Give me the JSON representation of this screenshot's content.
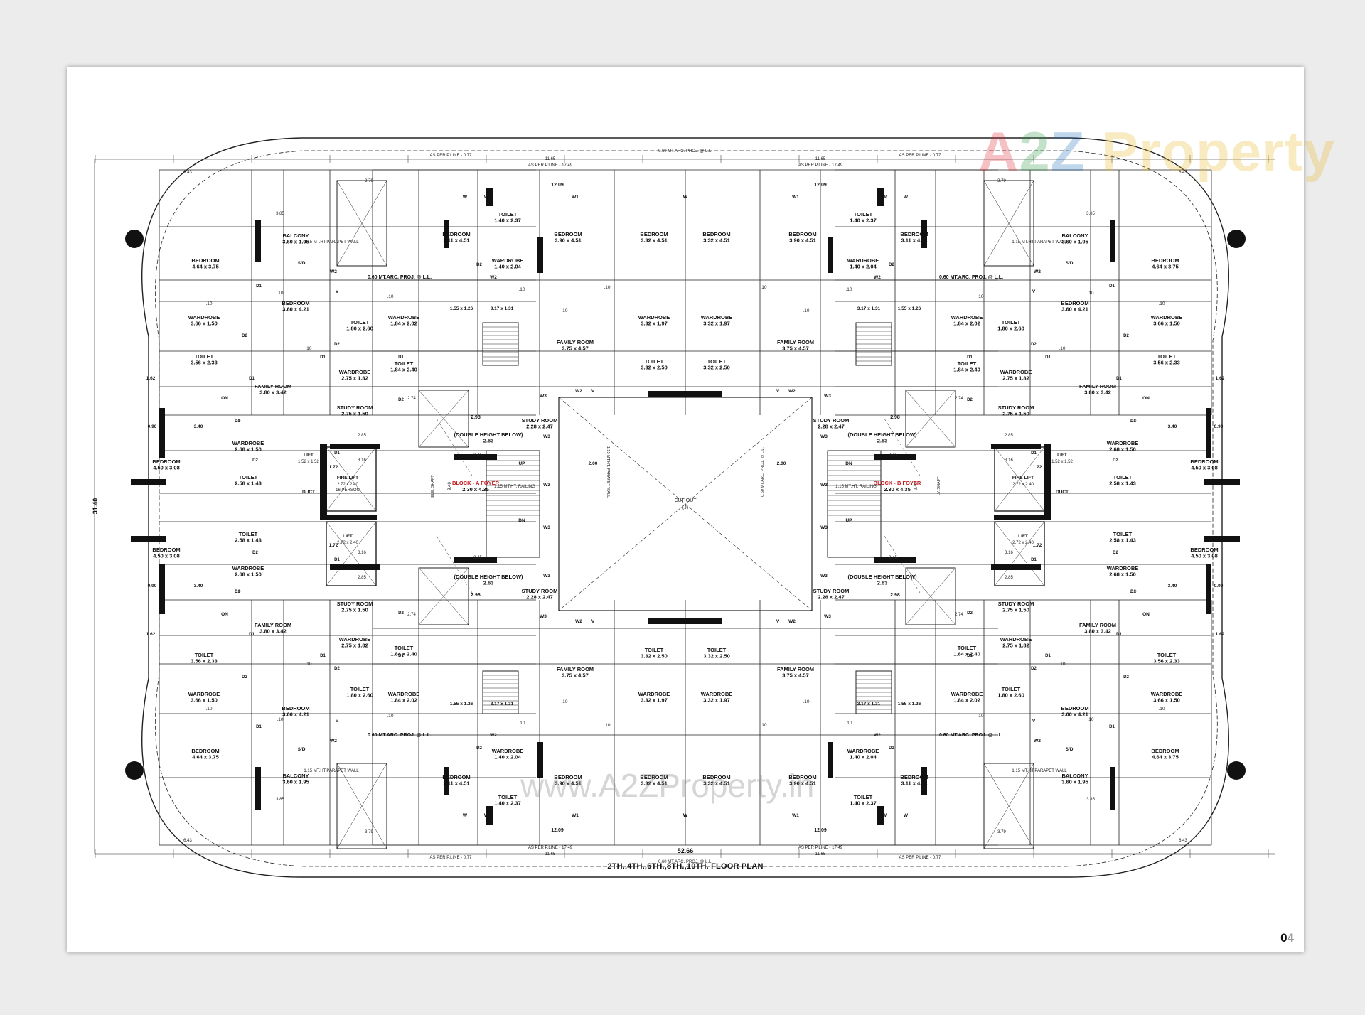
{
  "watermark": {
    "logo_parts": [
      "A",
      "2",
      "Z",
      " Property"
    ],
    "url_text": "www.A2ZProperty.in"
  },
  "caption": "2TH.,4TH.,6TH.,8TH.,10TH. FLOOR PLAN",
  "page_number": {
    "main": "0",
    "light": "4"
  },
  "dimensions": {
    "overall_width": "52.66",
    "overall_height": "31.40",
    "top_segments": [
      "11.65",
      "11.65"
    ],
    "parapet_projection": "0.60 MT.ARC. PROJ. @ L.L.",
    "as_per_p_line_077": "AS PER P.LINE - 0.77",
    "as_per_p_line_1749": "AS PER P.LINE - 17.49",
    "span_1209": "12.09",
    "parapet_wall": "1.15 MT.HT.PARAPET WALL",
    "ll_label": "0.60 MT.ARC. PROJ. @ L.L."
  },
  "rooms": [
    {
      "name": "BALCONY",
      "size": "3.60 x 1.95"
    },
    {
      "name": "BEDROOM",
      "size": "4.64 x 3.75"
    },
    {
      "name": "BEDROOM",
      "size": "3.60 x 4.21"
    },
    {
      "name": "WARDROBE",
      "size": "3.66 x 1.50"
    },
    {
      "name": "TOILET",
      "size": "3.56 x 2.33"
    },
    {
      "name": "TOILET",
      "size": "1.80 x 2.60"
    },
    {
      "name": "WARDROBE",
      "size": "1.84 x 2.02"
    },
    {
      "name": "TOILET",
      "size": "1.84 x 2.40"
    },
    {
      "name": "WARDROBE",
      "size": "2.75 x 1.82"
    },
    {
      "name": "FAMILY ROOM",
      "size": "3.80 x 3.42"
    },
    {
      "name": "STUDY ROOM",
      "size": "2.75 x 1.50"
    },
    {
      "name": "WARDROBE",
      "size": "2.68 x 1.50"
    },
    {
      "name": "BEDROOM",
      "size": "4.50 x 3.08"
    },
    {
      "name": "TOILET",
      "size": "2.58 x 1.43"
    },
    {
      "name": "BEDROOM",
      "size": "3.11 x 4.51"
    },
    {
      "name": "TOILET",
      "size": "1.40 x 2.37"
    },
    {
      "name": "WARDROBE",
      "size": "1.40 x 2.04"
    },
    {
      "name": "BEDROOM",
      "size": "3.90 x 4.51"
    },
    {
      "name": "BEDROOM",
      "size": "3.32 x 4.51"
    },
    {
      "name": "FAMILY ROOM",
      "size": "3.75 x 4.57"
    },
    {
      "name": "WARDROBE",
      "size": "3.32 x 1.97"
    },
    {
      "name": "TOILET",
      "size": "3.32 x 2.50"
    },
    {
      "name": "STUDY ROOM",
      "size": "2.28 x 2.47"
    },
    {
      "name": "BLOCK - A FOYER",
      "size": "2.30 x 4.35"
    },
    {
      "name": "BLOCK - B FOYER",
      "size": "2.30 x 4.35"
    },
    {
      "name": "FIRE LIFT",
      "size": "2.72 x 2.40"
    },
    {
      "name": "LIFT",
      "size": "2.72 x 2.40"
    },
    {
      "name": "LIFT",
      "size": "1.52 x 1.52"
    },
    {
      "name": "CUT-OUT",
      "size": "(J)"
    },
    {
      "name": "(DOUBLE HEIGHT BELOW)",
      "size": "2.63"
    },
    {
      "name": "DUCT",
      "size": ""
    },
    {
      "name": "16 PERSON",
      "size": ""
    },
    {
      "name": "ELE. SHAFT",
      "size": ""
    },
    {
      "name": "LV. SHAFT",
      "size": ""
    },
    {
      "name": "UP",
      "size": ""
    },
    {
      "name": "DN",
      "size": ""
    },
    {
      "name": "1.15 MT.HT. RAILING",
      "size": ""
    },
    {
      "name": "1.15 MT.HT. PARAPET WALL",
      "size": ""
    },
    {
      "name": "0.60 MT.ARC. PROJ. @ L.L.",
      "size": ""
    }
  ],
  "tags": {
    "d1": "D1",
    "d2": "D2",
    "w": "W",
    "w1": "W1",
    "w2": "W2",
    "w3": "W3",
    "v": "V",
    "sd": "S/D",
    "on": "ON",
    "d10": ".10",
    ".15": ".15",
    "dims_a": "1.55 x 1.26",
    "dims_b": "3.17 x 1.31",
    "dims_c": "2.98",
    "dims_d": "2.74",
    "dims_e": "2.85",
    "dims_f": "3.16",
    "dims_g": "2.45",
    "dims_h": "2.00",
    "dims_i": "9.40",
    "dims_j": "1.62",
    "dims_k": "0.90",
    "dims_l": "3.40",
    "dims_m": "1.72",
    "dims_n": "3.85",
    "dims_o": "6.43",
    "dims_p": "3.79"
  }
}
